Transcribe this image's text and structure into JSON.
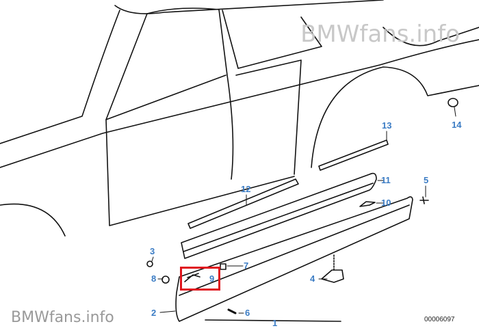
{
  "watermark": "BMWfans.info",
  "diagram_code": "00006097",
  "highlight_color": "#e0141c",
  "label_color": "#3b7cc4",
  "highlighted_part": "9",
  "callouts": {
    "p1": "1",
    "p2": "2",
    "p3": "3",
    "p4": "4",
    "p5": "5",
    "p6": "6",
    "p7": "7",
    "p8": "8",
    "p9": "9",
    "p10": "10",
    "p11": "11",
    "p12": "12",
    "p13": "13",
    "p14": "14"
  }
}
